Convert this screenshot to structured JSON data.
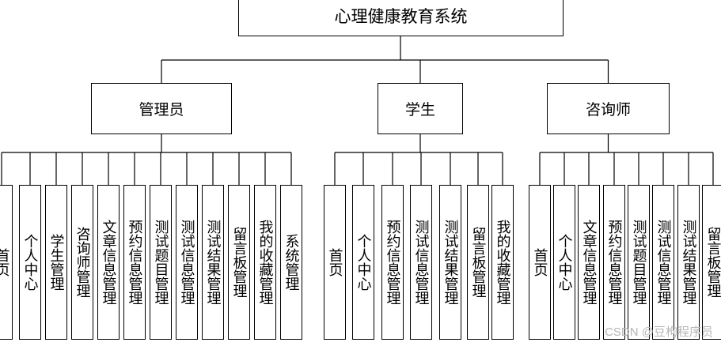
{
  "diagram": {
    "root": "心理健康教育系统",
    "roles": [
      {
        "label": "管理员",
        "modules": [
          "首页",
          "个人中心",
          "学生管理",
          "咨询师管理",
          "文章信息管理",
          "预约信息管理",
          "测试题目管理",
          "测试信息管理",
          "测试结果管理",
          "留言板管理",
          "我的收藏管理",
          "系统管理"
        ]
      },
      {
        "label": "学生",
        "modules": [
          "首页",
          "个人中心",
          "预约信息管理",
          "测试信息管理",
          "测试结果管理",
          "留言板管理",
          "我的收藏管理"
        ]
      },
      {
        "label": "咨询师",
        "modules": [
          "首页",
          "个人中心",
          "文章信息管理",
          "预约信息管理",
          "测试题目管理",
          "测试信息管理",
          "测试结果管理",
          "留言板管理"
        ]
      }
    ]
  },
  "watermark": "CSDN @豆枸程序员"
}
